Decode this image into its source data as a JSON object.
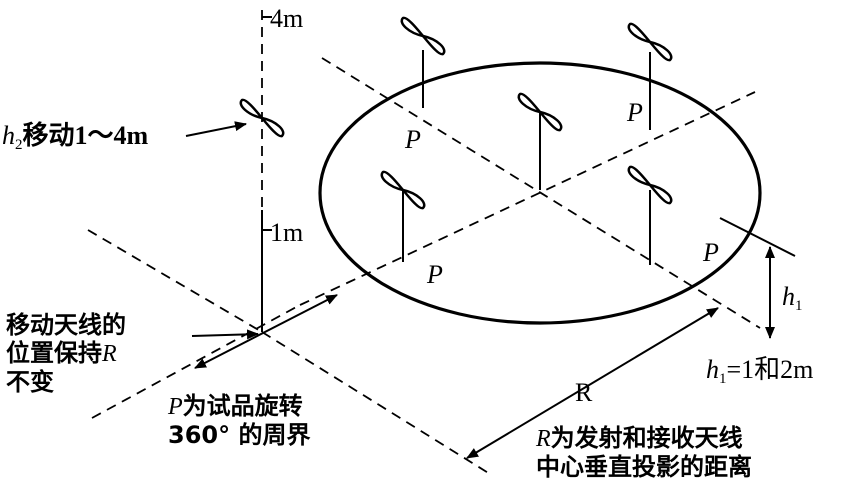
{
  "labels": {
    "tick_4m": "4m",
    "tick_1m": "1m",
    "h2": {
      "var": "h",
      "sub": "2",
      "text": "移动1～4m"
    },
    "h1_dim": {
      "var": "h",
      "sub": "1"
    },
    "h1_value": {
      "var": "h",
      "sub": "1",
      "text": "=1和2m"
    },
    "r_dim": "R",
    "p_marks": [
      "P",
      "P",
      "P",
      "P"
    ],
    "left_note": {
      "line1": "移动天线的",
      "line2_prefix": "位置保持",
      "line2_var": "R",
      "line3": "不变"
    },
    "p_note": {
      "var": "P",
      "line1_rest": "为试品旋转",
      "line2": "360° 的周界"
    },
    "r_note": {
      "var": "R",
      "line1_rest": "为发射和接收天线",
      "line2": "中心垂直投影的距离"
    }
  },
  "antenna_icon": "propeller-antenna-icon"
}
